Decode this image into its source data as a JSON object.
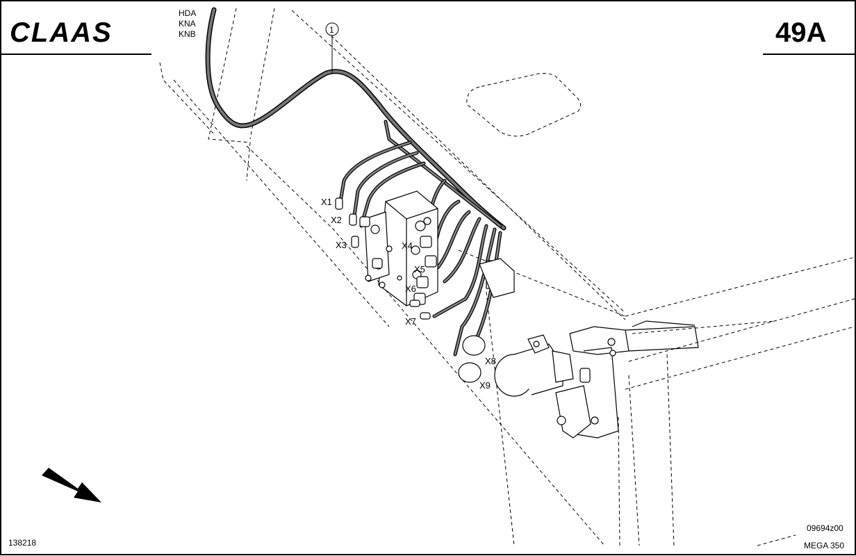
{
  "header": {
    "brand": "CLAAS",
    "page_number": "49A",
    "variants": [
      "HDA",
      "KNA",
      "KNB"
    ]
  },
  "callout": {
    "number": "1"
  },
  "connectors": [
    "X1",
    "X2",
    "X3",
    "X4",
    "X5",
    "X6",
    "X7",
    "X8",
    "X9"
  ],
  "footer": {
    "drawing_number": "138218",
    "figure_code": "09694z00",
    "model": "MEGA 350"
  }
}
